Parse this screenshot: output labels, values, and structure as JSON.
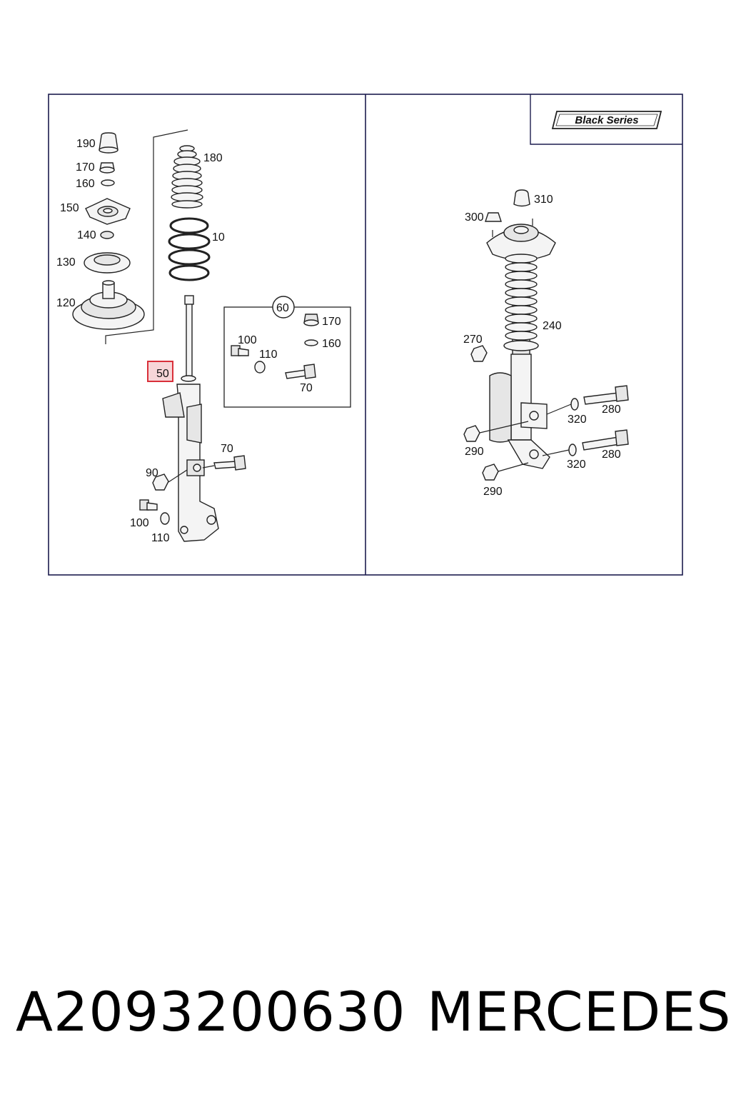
{
  "diagram": {
    "series_badge": "Black Series",
    "highlight_color": "#d9303a",
    "line_color": "#1c1c4e",
    "left_callouts": [
      "190",
      "170",
      "160",
      "150",
      "140",
      "130",
      "120",
      "180",
      "10",
      "50",
      "90",
      "70",
      "100",
      "110"
    ],
    "kit_callouts": [
      "60",
      "170",
      "160",
      "100",
      "110",
      "70"
    ],
    "right_callouts": [
      "310",
      "300",
      "240",
      "270",
      "320",
      "280",
      "290",
      "320",
      "280",
      "290"
    ],
    "selected_part": "50"
  },
  "footer": {
    "part_number": "A2093200630",
    "brand": "MERCEDES"
  }
}
